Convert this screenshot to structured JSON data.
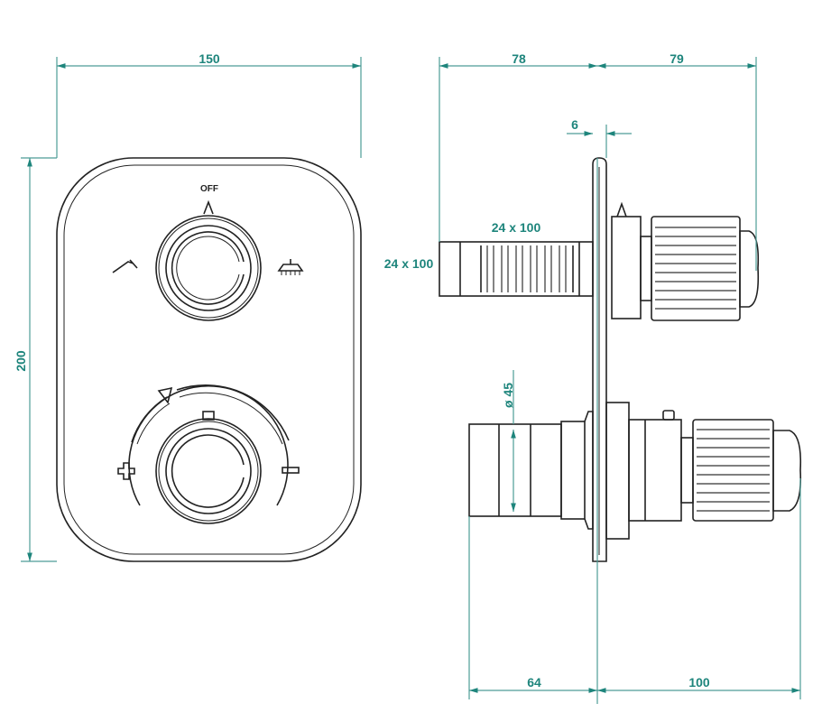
{
  "front_view": {
    "off_label": "OFF",
    "width_dim": "150",
    "height_dim": "200",
    "icons": [
      "hand-shower-icon",
      "shower-head-icon",
      "plus-icon",
      "minus-icon"
    ]
  },
  "side_view": {
    "top_left_dim": "78",
    "top_right_dim": "79",
    "plate_thickness_dim": "6",
    "pipe_label_top": "24 x 100",
    "pipe_label_left": "24 x 100",
    "diameter_dim": "ø 45",
    "bottom_left_dim": "64",
    "bottom_right_dim": "100"
  },
  "colors": {
    "dimension": "#1e857c",
    "outline": "#222222"
  }
}
